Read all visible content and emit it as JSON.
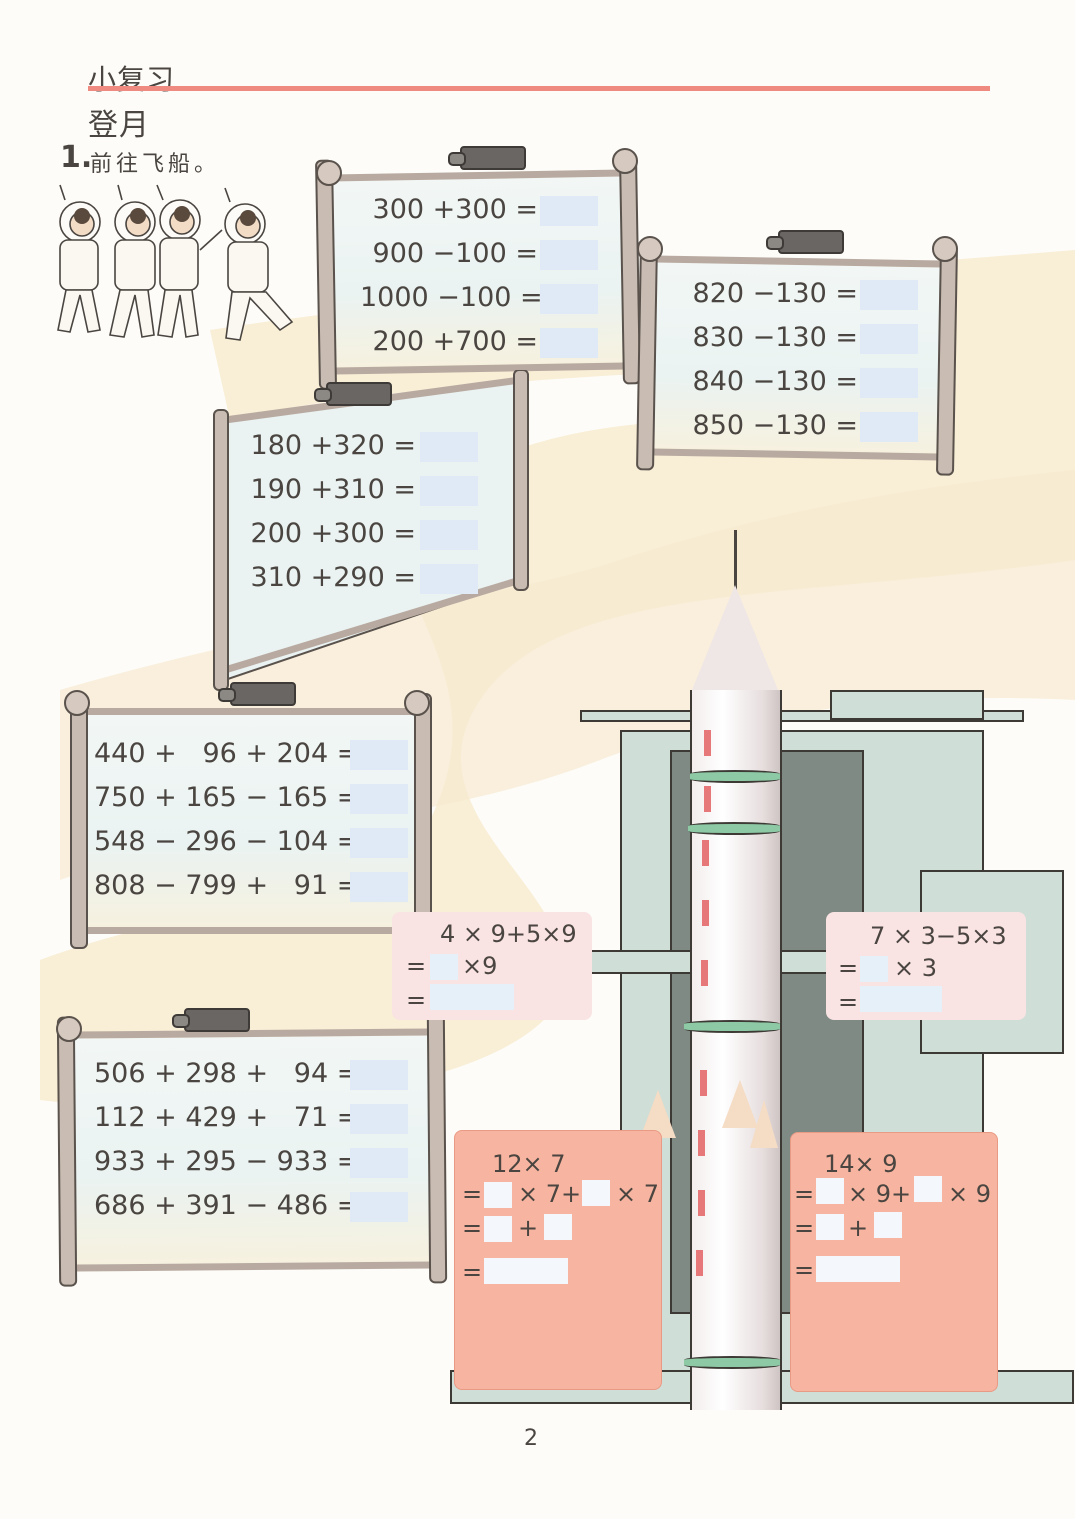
{
  "header": {
    "section_title": "小复习",
    "sub_title": "登月",
    "question_number": "1.",
    "question_text": "前往飞船。"
  },
  "colors": {
    "rule": "#ef8a80",
    "answer_blank": "#dfeaf6",
    "pink_box": "#f9e3e3",
    "salmon_box": "#f7b4a0",
    "tower_green": "#cfded7",
    "tower_dark": "#7f8a84",
    "rocket_stripe_green": "#8dc9a4",
    "rocket_dash_red": "#e6787a"
  },
  "boards": [
    {
      "name": "board-1",
      "rows": [
        "300 +300 =",
        "900 −100 =",
        "1000 −100 =",
        "200 +700 ="
      ]
    },
    {
      "name": "board-2",
      "rows": [
        "820 −130 =",
        "830 −130 =",
        "840 −130 =",
        "850 −130 ="
      ]
    },
    {
      "name": "board-3",
      "rows": [
        "180 +320 =",
        "190 +310 =",
        "200 +300 =",
        "310 +290 ="
      ]
    },
    {
      "name": "board-4",
      "rows": [
        "440 +   96 + 204 =",
        "750 + 165 − 165 =",
        "548 − 296 − 104 =",
        "808 − 799 +   91 ="
      ]
    },
    {
      "name": "board-5",
      "rows": [
        "506 + 298 +   94 =",
        "112 + 429 +   71 =",
        "933 + 295 − 933 =",
        "686 + 391 − 486 ="
      ]
    }
  ],
  "pink_boxes": [
    {
      "expr": "4 × 9+5×9",
      "line2_eq": "=",
      "line2_suffix": "×9",
      "line3_eq": "="
    },
    {
      "expr": "7 × 3−5×3",
      "line2_eq": "=",
      "line2_suffix": "× 3",
      "line3_eq": "="
    }
  ],
  "salmon_boxes": [
    {
      "expr": "12× 7",
      "line2_eq": "=",
      "line2_mid": "× 7+",
      "line2_suffix": "× 7",
      "line3_eq": "=",
      "line3_mid": "+",
      "line4_eq": "="
    },
    {
      "expr": "14× 9",
      "line2_eq": "=",
      "line2_mid": "× 9+",
      "line2_suffix": "× 9",
      "line3_eq": "=",
      "line3_mid": "+",
      "line4_eq": "="
    }
  ],
  "footer": {
    "page_number": "2"
  }
}
